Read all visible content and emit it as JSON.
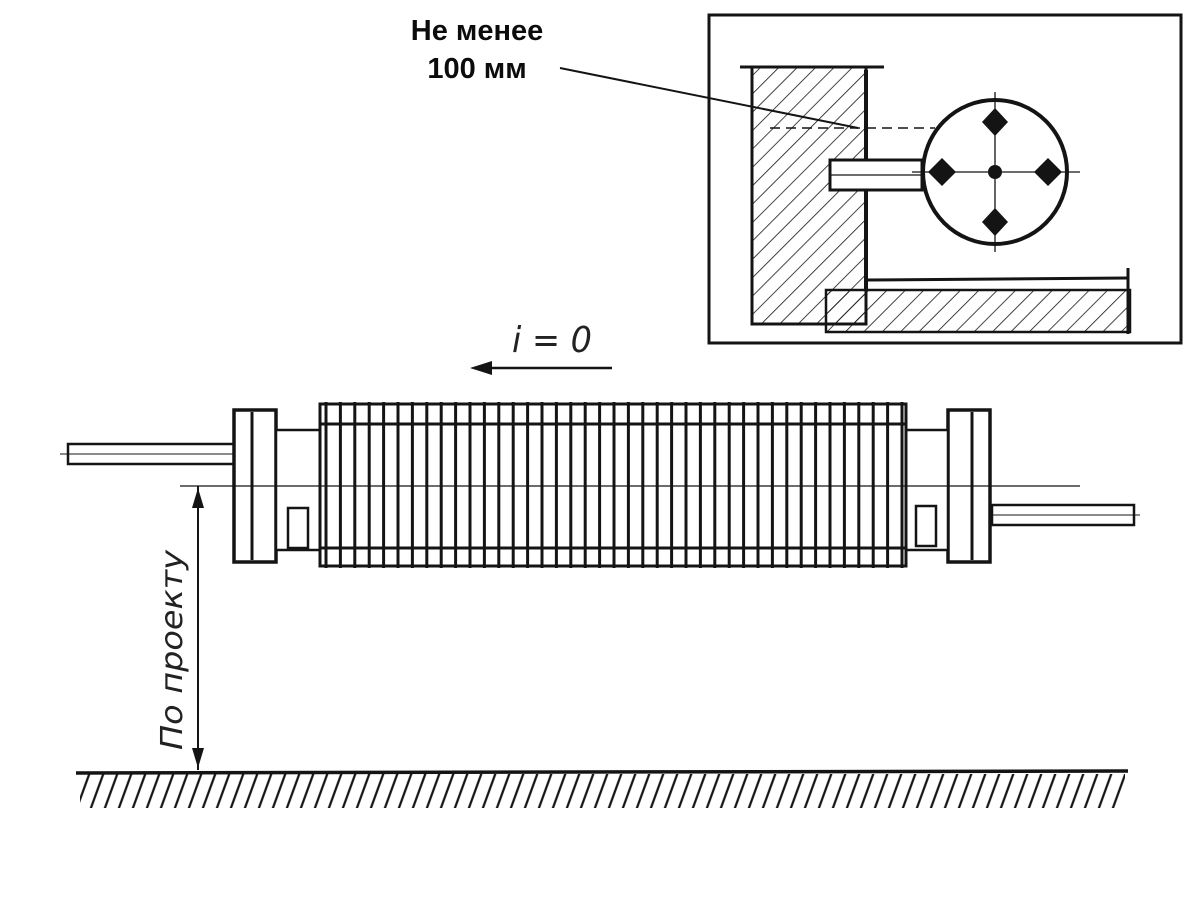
{
  "labels": {
    "callout_line1": "Не менее",
    "callout_line2": "100 мм",
    "slope": "i = 0",
    "height": "По проекту"
  },
  "colors": {
    "ink": "#141414",
    "paper": "#ffffff"
  }
}
